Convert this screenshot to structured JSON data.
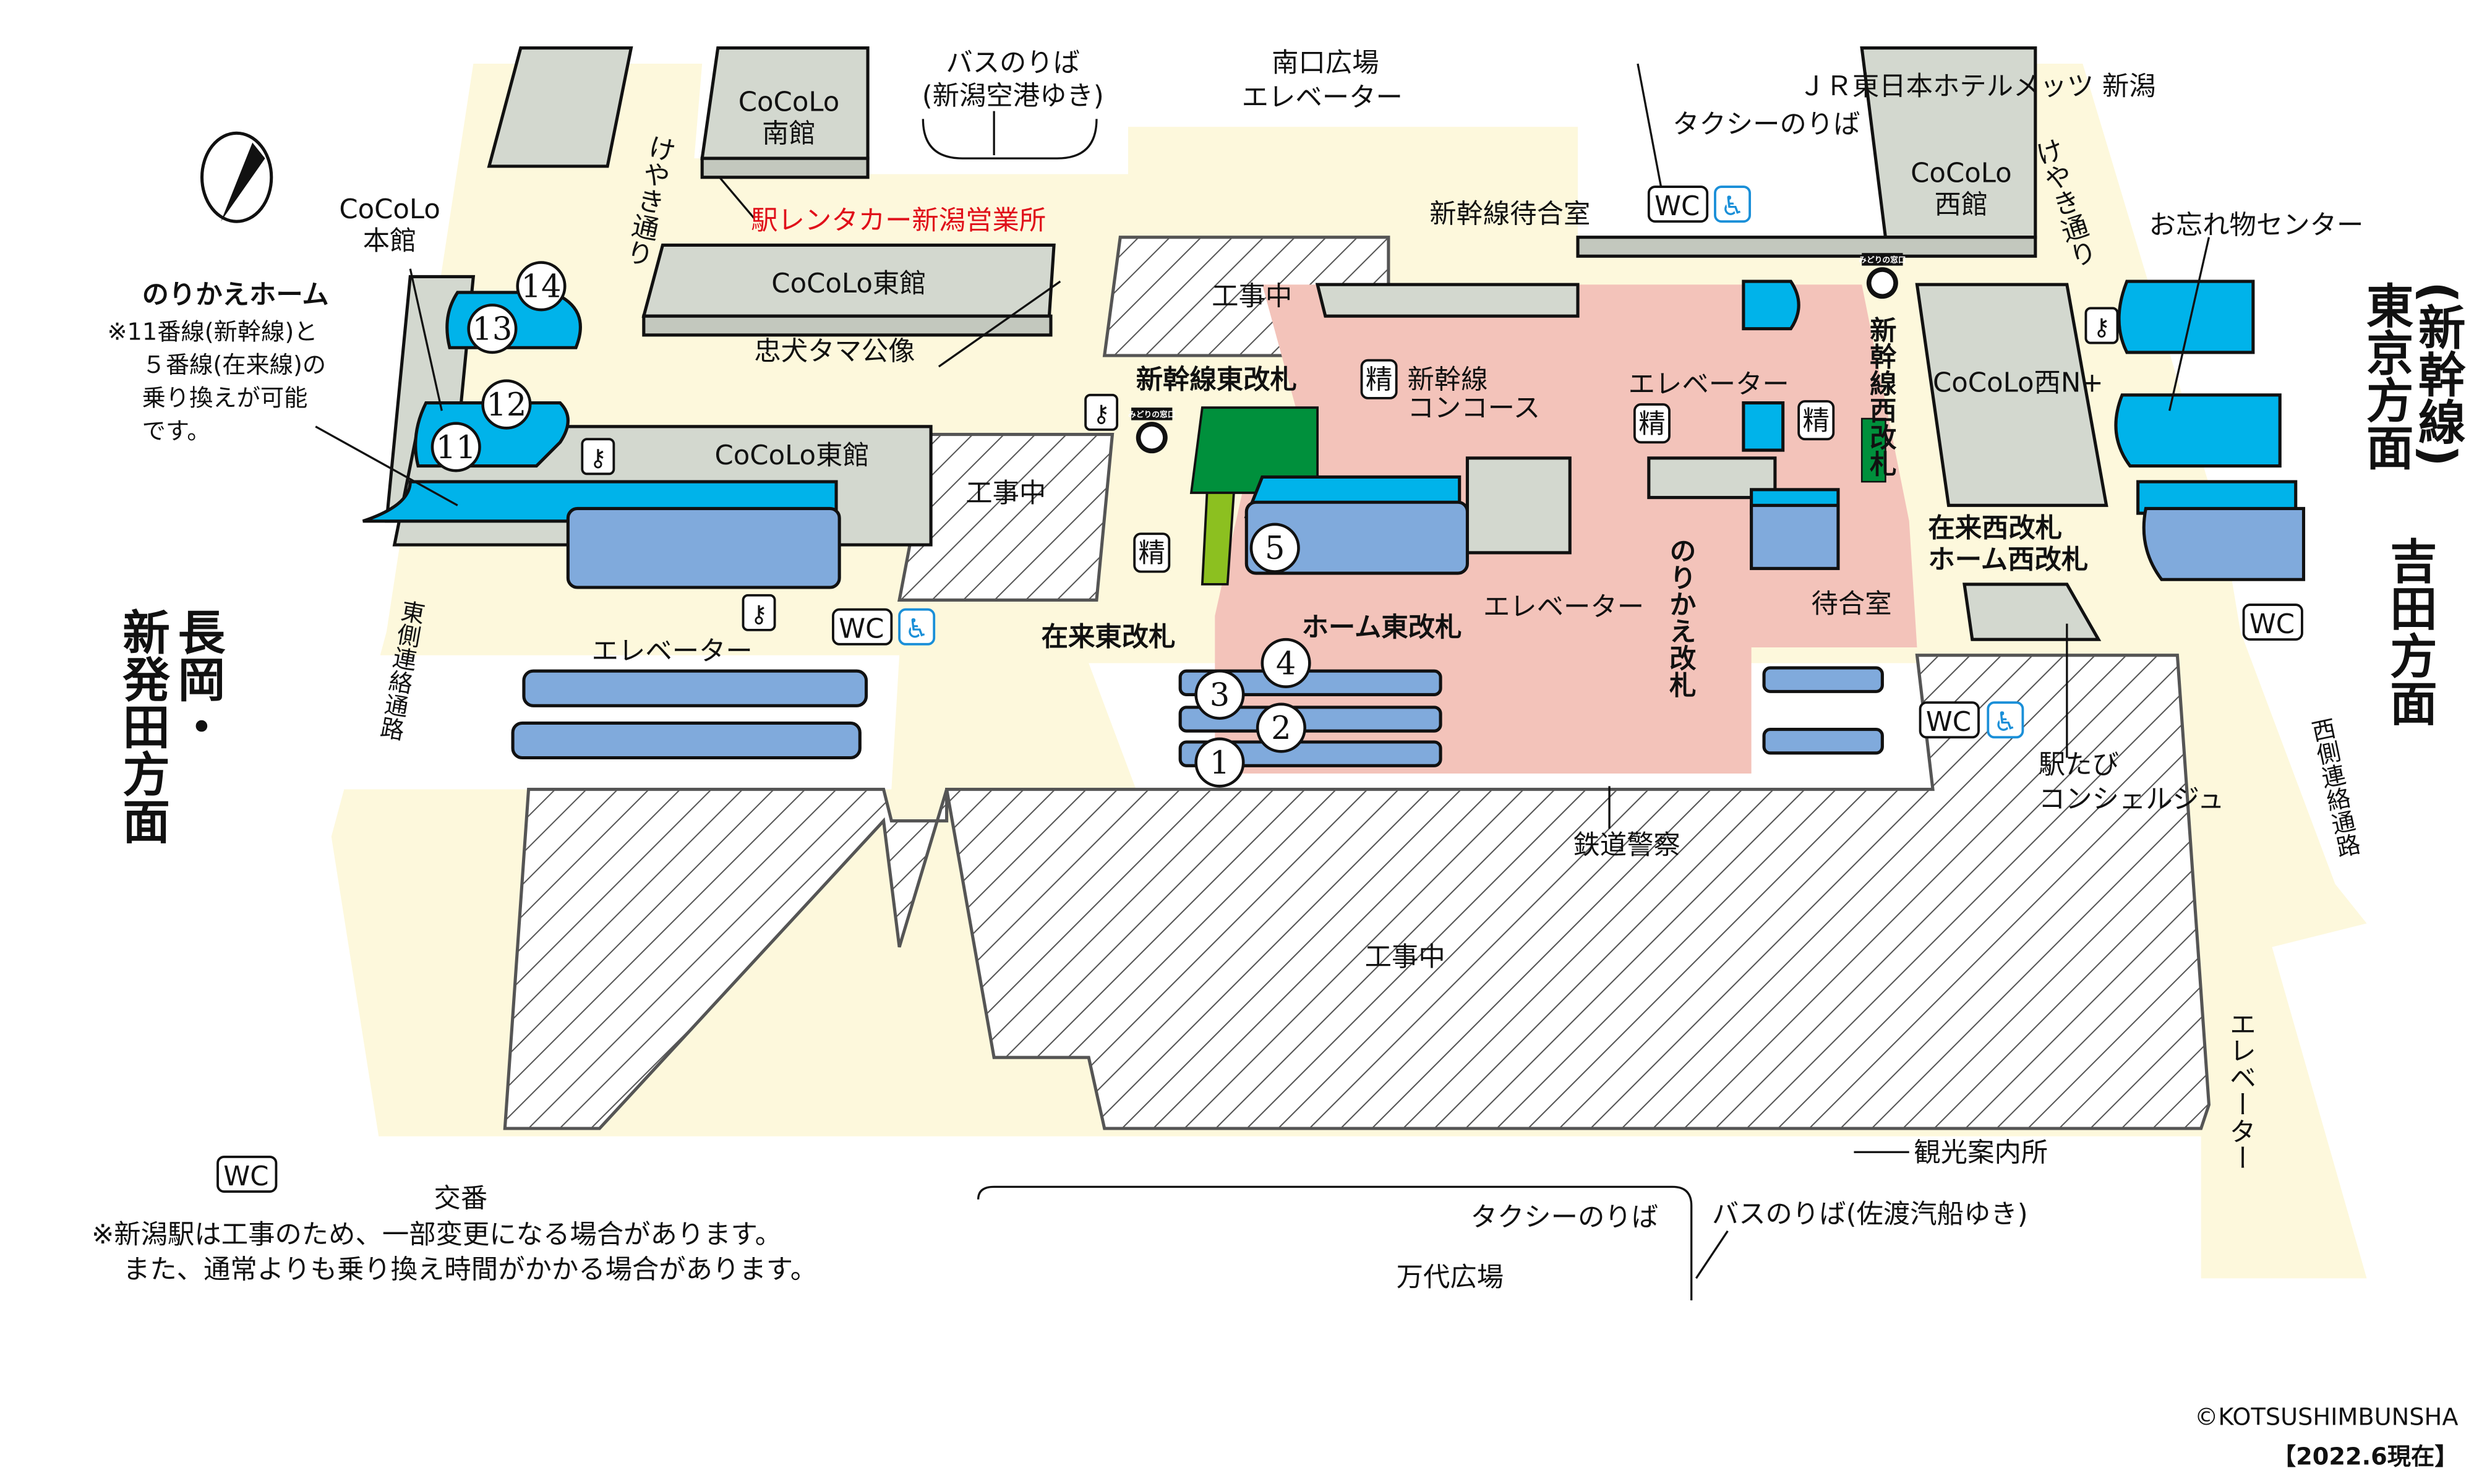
{
  "colors": {
    "shinkansen_platform": "#00b3ea",
    "conventional_platform": "#80aadc",
    "concourse": "#f3c3ba",
    "passage": "#fdf8dc",
    "building": "#d3d8cf",
    "midori": "#00903c",
    "midori_light": "#8cc020",
    "rental_text": "#e0101a",
    "accessible": "#1a8fd8"
  },
  "top": {
    "bus_airport": [
      "バスのりば",
      "(新潟空港ゆき)"
    ],
    "south_plaza": "南口広場",
    "south_plaza_elevator": "エレベーター",
    "hotel": "ＪＲ東日本ホテルメッツ 新潟",
    "taxi": "タクシーのりば"
  },
  "buildings": {
    "cocolo_minami": [
      "CoCoLo",
      "南館"
    ],
    "cocolo_honkan": [
      "CoCoLo",
      "本館"
    ],
    "cocolo_higashi_upper": "CoCoLo東館",
    "cocolo_higashi_lower": "CoCoLo東館",
    "cocolo_nishi": [
      "CoCoLo",
      "西館"
    ],
    "cocolo_nishi_n": "CoCoLo西N+"
  },
  "labels": {
    "rental_car": "駅レンタカー新潟営業所",
    "keyaki_west": "けやき通り",
    "keyaki_east": "けやき通り",
    "tama_statue": "忠犬タマ公像",
    "construction": "工事中",
    "shinkansen_east_gate": "新幹線東改札",
    "shinkansen_concourse": [
      "新幹線",
      "コンコース"
    ],
    "shinkansen_waiting": "新幹線待合室",
    "elevator": "エレベーター",
    "fare_adjust": "精",
    "wc": "WC",
    "lost_found": "お忘れ物センター",
    "shinkansen_west_gate": "新幹線西改札",
    "zairai_west_gate": "在来西改札",
    "home_west_gate": "ホーム西改札",
    "waiting_room": "待合室",
    "transfer_gate": "のりかえ改札",
    "home_east_gate": "ホーム東改札",
    "zairai_east_gate": "在来東改札",
    "railway_police": "鉄道警察",
    "concierge": [
      "駅たび",
      "コンシェルジュ"
    ],
    "tourist_info": "観光案内所",
    "police_box": "交番",
    "east_passage": "東側連絡通路",
    "west_passage": "西側連絡通路",
    "midori_icon_text": "みどりの窓口"
  },
  "transfer_platform": {
    "title": "のりかえホーム",
    "note": [
      "※11番線(新幹線)と",
      "５番線(在来線)の",
      "乗り換えが可能",
      "です。"
    ]
  },
  "platforms": {
    "shinkansen": [
      "14",
      "13",
      "12",
      "11"
    ],
    "conventional": [
      "5",
      "4",
      "3",
      "2",
      "1"
    ]
  },
  "directions": {
    "tokyo": "東京方面",
    "tokyo_sub": "(新幹線)",
    "yoshida": "吉田方面",
    "nagaoka": "長岡・",
    "shibata": "新発田方面"
  },
  "bottom": {
    "taxi": "タクシーのりば",
    "bus_sado": "バスのりば(佐渡汽船ゆき)",
    "bandai_plaza": "万代広場",
    "notes": [
      "※新潟駅は工事のため、一部変更になる場合があります。",
      "また、通常よりも乗り換え時間がかかる場合があります。"
    ]
  },
  "footer": {
    "copyright": "©KOTSUSHIMBUNSHA",
    "date": "【2022.6現在】"
  }
}
